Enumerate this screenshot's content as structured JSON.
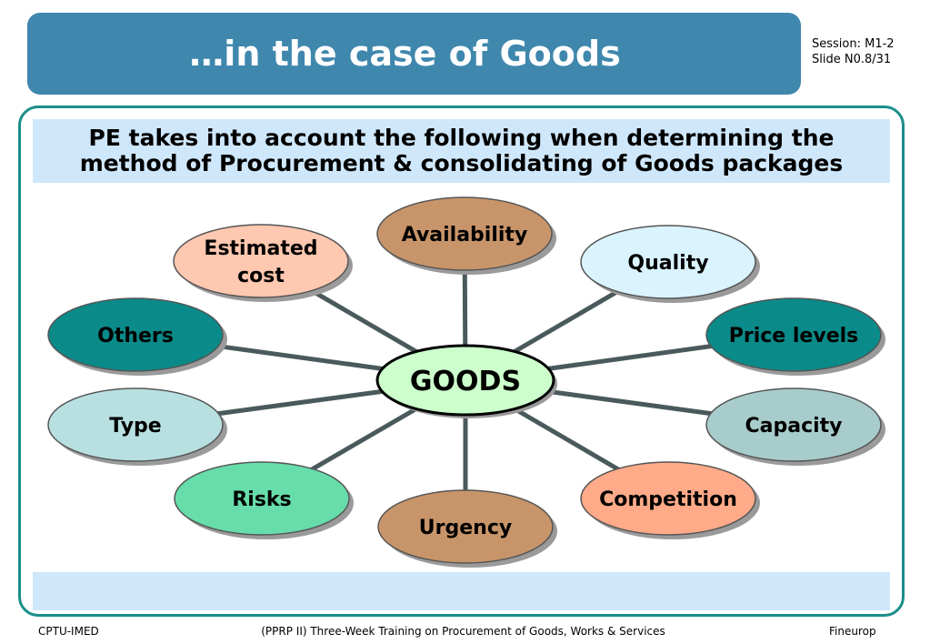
{
  "title": "…in the case of Goods",
  "session": {
    "line1": "Session: M1-2",
    "line2": "Slide N0.8/31"
  },
  "heading": "PE takes into account the following when determining the method of Procurement & consolidating of Goods packages",
  "center": {
    "label": "GOODS",
    "fill": "#ccffcc"
  },
  "nodes": [
    {
      "id": "availability",
      "lines": [
        "Availability"
      ],
      "fill": "#c8956a"
    },
    {
      "id": "quality",
      "lines": [
        "Quality"
      ],
      "fill": "#d9f4ff"
    },
    {
      "id": "price-levels",
      "lines": [
        "Price levels"
      ],
      "fill": "#0a8a88"
    },
    {
      "id": "capacity",
      "lines": [
        "Capacity"
      ],
      "fill": "#a8cccc"
    },
    {
      "id": "competition",
      "lines": [
        "Competition"
      ],
      "fill": "#ffaa88"
    },
    {
      "id": "urgency",
      "lines": [
        "Urgency"
      ],
      "fill": "#c8956a"
    },
    {
      "id": "risks",
      "lines": [
        "Risks"
      ],
      "fill": "#66ddaa"
    },
    {
      "id": "type",
      "lines": [
        "Type"
      ],
      "fill": "#b8e0e0"
    },
    {
      "id": "others",
      "lines": [
        "Others"
      ],
      "fill": "#0a8a88"
    },
    {
      "id": "estimated-cost",
      "lines": [
        "Estimated",
        "cost"
      ],
      "fill": "#ffc8b0"
    }
  ],
  "footer": {
    "left": "CPTU-IMED",
    "center": "(PPRP II) Three-Week Training on Procurement of Goods, Works & Services",
    "right": "Fineurop"
  }
}
